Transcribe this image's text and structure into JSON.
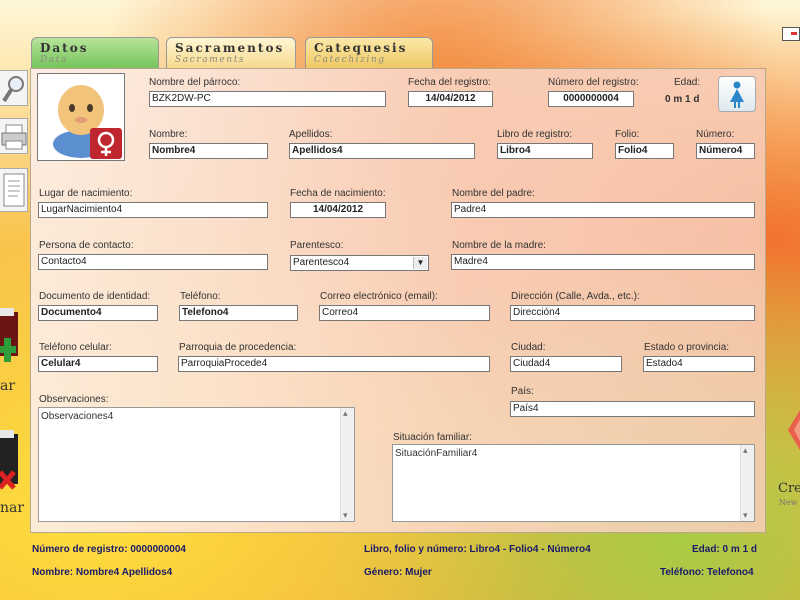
{
  "tabs": [
    {
      "label": "Datos",
      "sub": "Data"
    },
    {
      "label": "Sacramentos",
      "sub": "Sacraments"
    },
    {
      "label": "Catequesis",
      "sub": "Catechizing"
    }
  ],
  "sidebar": {
    "add_label": "ar",
    "delete_label": "nar"
  },
  "right_action": {
    "label": "Cre",
    "sub": "New"
  },
  "form": {
    "parroco": {
      "label": "Nombre del párroco:",
      "value": "BZK2DW-PC"
    },
    "fecha_registro": {
      "label": "Fecha del registro:",
      "value": "14/04/2012"
    },
    "numero_registro": {
      "label": "Número del registro:",
      "value": "0000000004"
    },
    "edad": {
      "label": "Edad:",
      "value": "0 m 1 d"
    },
    "nombre": {
      "label": "Nombre:",
      "value": "Nombre4"
    },
    "apellidos": {
      "label": "Apellidos:",
      "value": "Apellidos4"
    },
    "libro": {
      "label": "Libro de registro:",
      "value": "Libro4"
    },
    "folio": {
      "label": "Folio:",
      "value": "Folio4"
    },
    "numero": {
      "label": "Número:",
      "value": "Número4"
    },
    "lugar_nacimiento": {
      "label": "Lugar de nacimiento:",
      "value": "LugarNacimiento4"
    },
    "fecha_nacimiento": {
      "label": "Fecha de nacimiento:",
      "value": "14/04/2012"
    },
    "padre": {
      "label": "Nombre del padre:",
      "value": "Padre4"
    },
    "contacto": {
      "label": "Persona de contacto:",
      "value": "Contacto4"
    },
    "parentesco": {
      "label": "Parentesco:",
      "value": "Parentesco4"
    },
    "madre": {
      "label": "Nombre de la madre:",
      "value": "Madre4"
    },
    "documento": {
      "label": "Documento de identidad:",
      "value": "Documento4"
    },
    "telefono": {
      "label": "Teléfono:",
      "value": "Telefono4"
    },
    "correo": {
      "label": "Correo electrónico (email):",
      "value": "Correo4"
    },
    "direccion": {
      "label": "Dirección (Calle, Avda., etc.):",
      "value": "Dirección4"
    },
    "celular": {
      "label": "Teléfono celular:",
      "value": "Celular4"
    },
    "parroquia": {
      "label": "Parroquia de procedencia:",
      "value": "ParroquiaProcede4"
    },
    "ciudad": {
      "label": "Ciudad:",
      "value": "Ciudad4"
    },
    "estado": {
      "label": "Estado o provincia:",
      "value": "Estado4"
    },
    "observaciones": {
      "label": "Observaciones:",
      "value": "Observaciones4"
    },
    "pais": {
      "label": "País:",
      "value": "País4"
    },
    "situacion": {
      "label": "Situación familiar:",
      "value": "SituaciónFamiliar4"
    }
  },
  "status": {
    "numero_registro": "Número de registro: 0000000004",
    "libro_folio": "Libro, folio y número: Libro4 - Folio4 - Número4",
    "edad": "Edad: 0 m 1 d",
    "nombre": "Nombre: Nombre4 Apellidos4",
    "genero": "Género: Mujer",
    "telefono": "Teléfono: Telefono4"
  },
  "colors": {
    "status_text": "#1a1a6a",
    "gender_badge": "#c0262e"
  }
}
